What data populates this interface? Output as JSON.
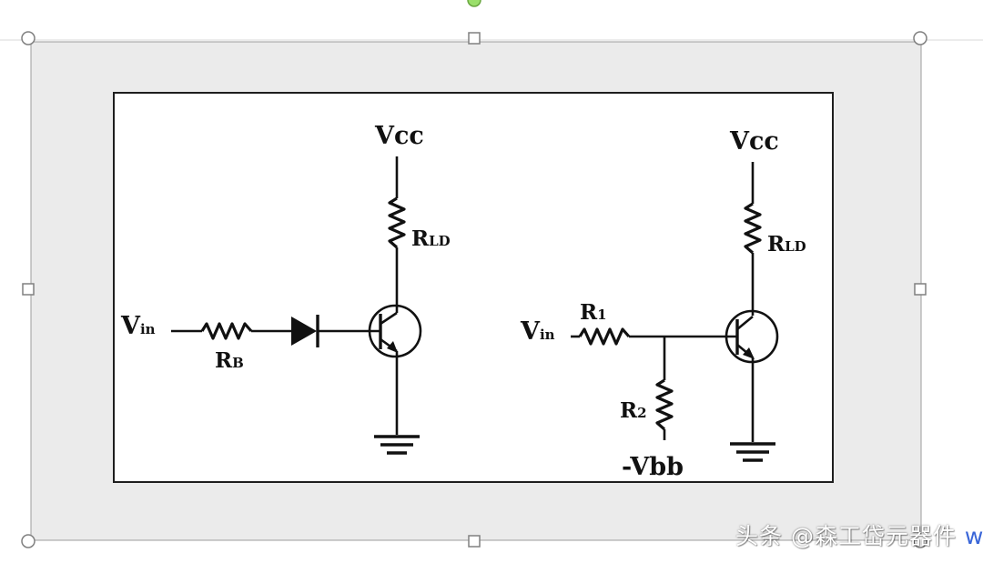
{
  "colors": {
    "gray_frame": "#ebebeb",
    "handle_stroke": "#808080",
    "rotate_handle": "#9adf6a",
    "watermark_url": "#3a66d8"
  },
  "left_circuit": {
    "vcc_label": "Vcc",
    "rld_label_main": "R",
    "rld_label_sub": "LD",
    "vin_label_main": "V",
    "vin_label_sub": "in",
    "rb_label_main": "R",
    "rb_label_sub": "B"
  },
  "right_circuit": {
    "vcc_label": "Vcc",
    "rld_label_main": "R",
    "rld_label_sub": "LD",
    "vin_label_main": "V",
    "vin_label_sub": "in",
    "r1_label_main": "R",
    "r1_label_sub": "1",
    "r2_label_main": "R",
    "r2_label_sub": "2",
    "vbb_label": "-Vbb"
  },
  "watermark": {
    "source": "头条 @森工岱元器件",
    "url": "www.jdwx.cn"
  }
}
